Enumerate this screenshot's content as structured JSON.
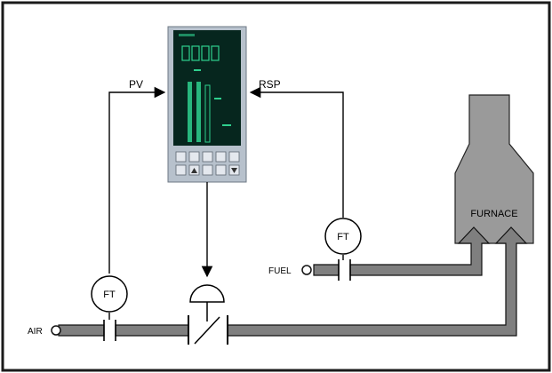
{
  "labels": {
    "pv": "PV",
    "rsp": "RSP",
    "ft_air": "FT",
    "ft_fuel": "FT",
    "furnace": "FURNACE",
    "fuel": "FUEL",
    "air": "AIR"
  },
  "colors": {
    "frame": "#1a1a1a",
    "pipe_fill": "#7f7f7f",
    "pipe_edge": "#111111",
    "furnace_fill": "#9a9a9a",
    "controller_body": "#b7c1cc",
    "controller_screen": "#06261e",
    "display_green": "#2fd08e"
  },
  "icons": {
    "controller": "process-controller-icon",
    "valve": "control-valve-icon",
    "transmitter": "flow-transmitter-icon"
  }
}
